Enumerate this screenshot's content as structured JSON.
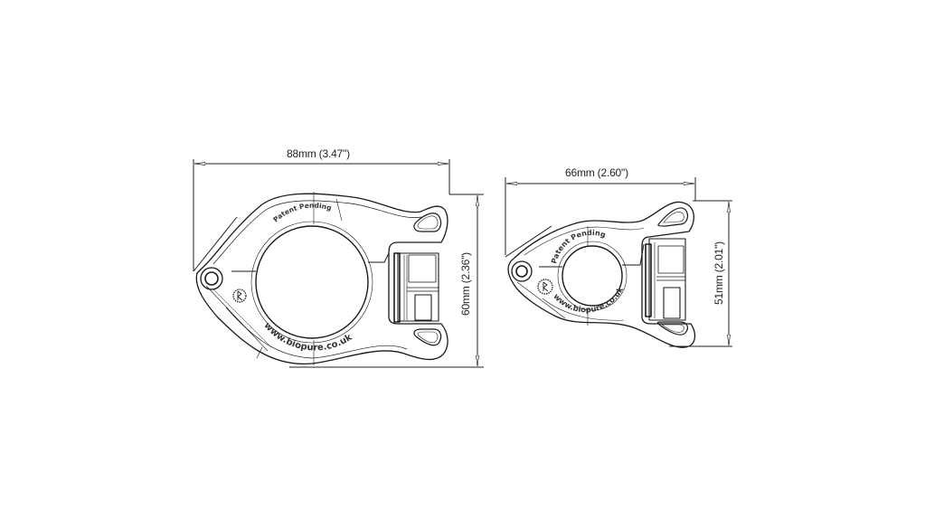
{
  "drawing": {
    "background": "#ffffff",
    "line_color": "#1a1a1a",
    "clamps": [
      {
        "id": "large",
        "width_label": "88mm (3.47\")",
        "height_label": "60mm (2.36\")",
        "top_text": "Patent Pending",
        "bottom_text": "www.biopure.co.uk"
      },
      {
        "id": "small",
        "width_label": "66mm (2.60\")",
        "height_label": "51mm (2.01\")",
        "top_text": "Patent Pending",
        "bottom_text": "www.biopure.co.uk"
      }
    ]
  }
}
